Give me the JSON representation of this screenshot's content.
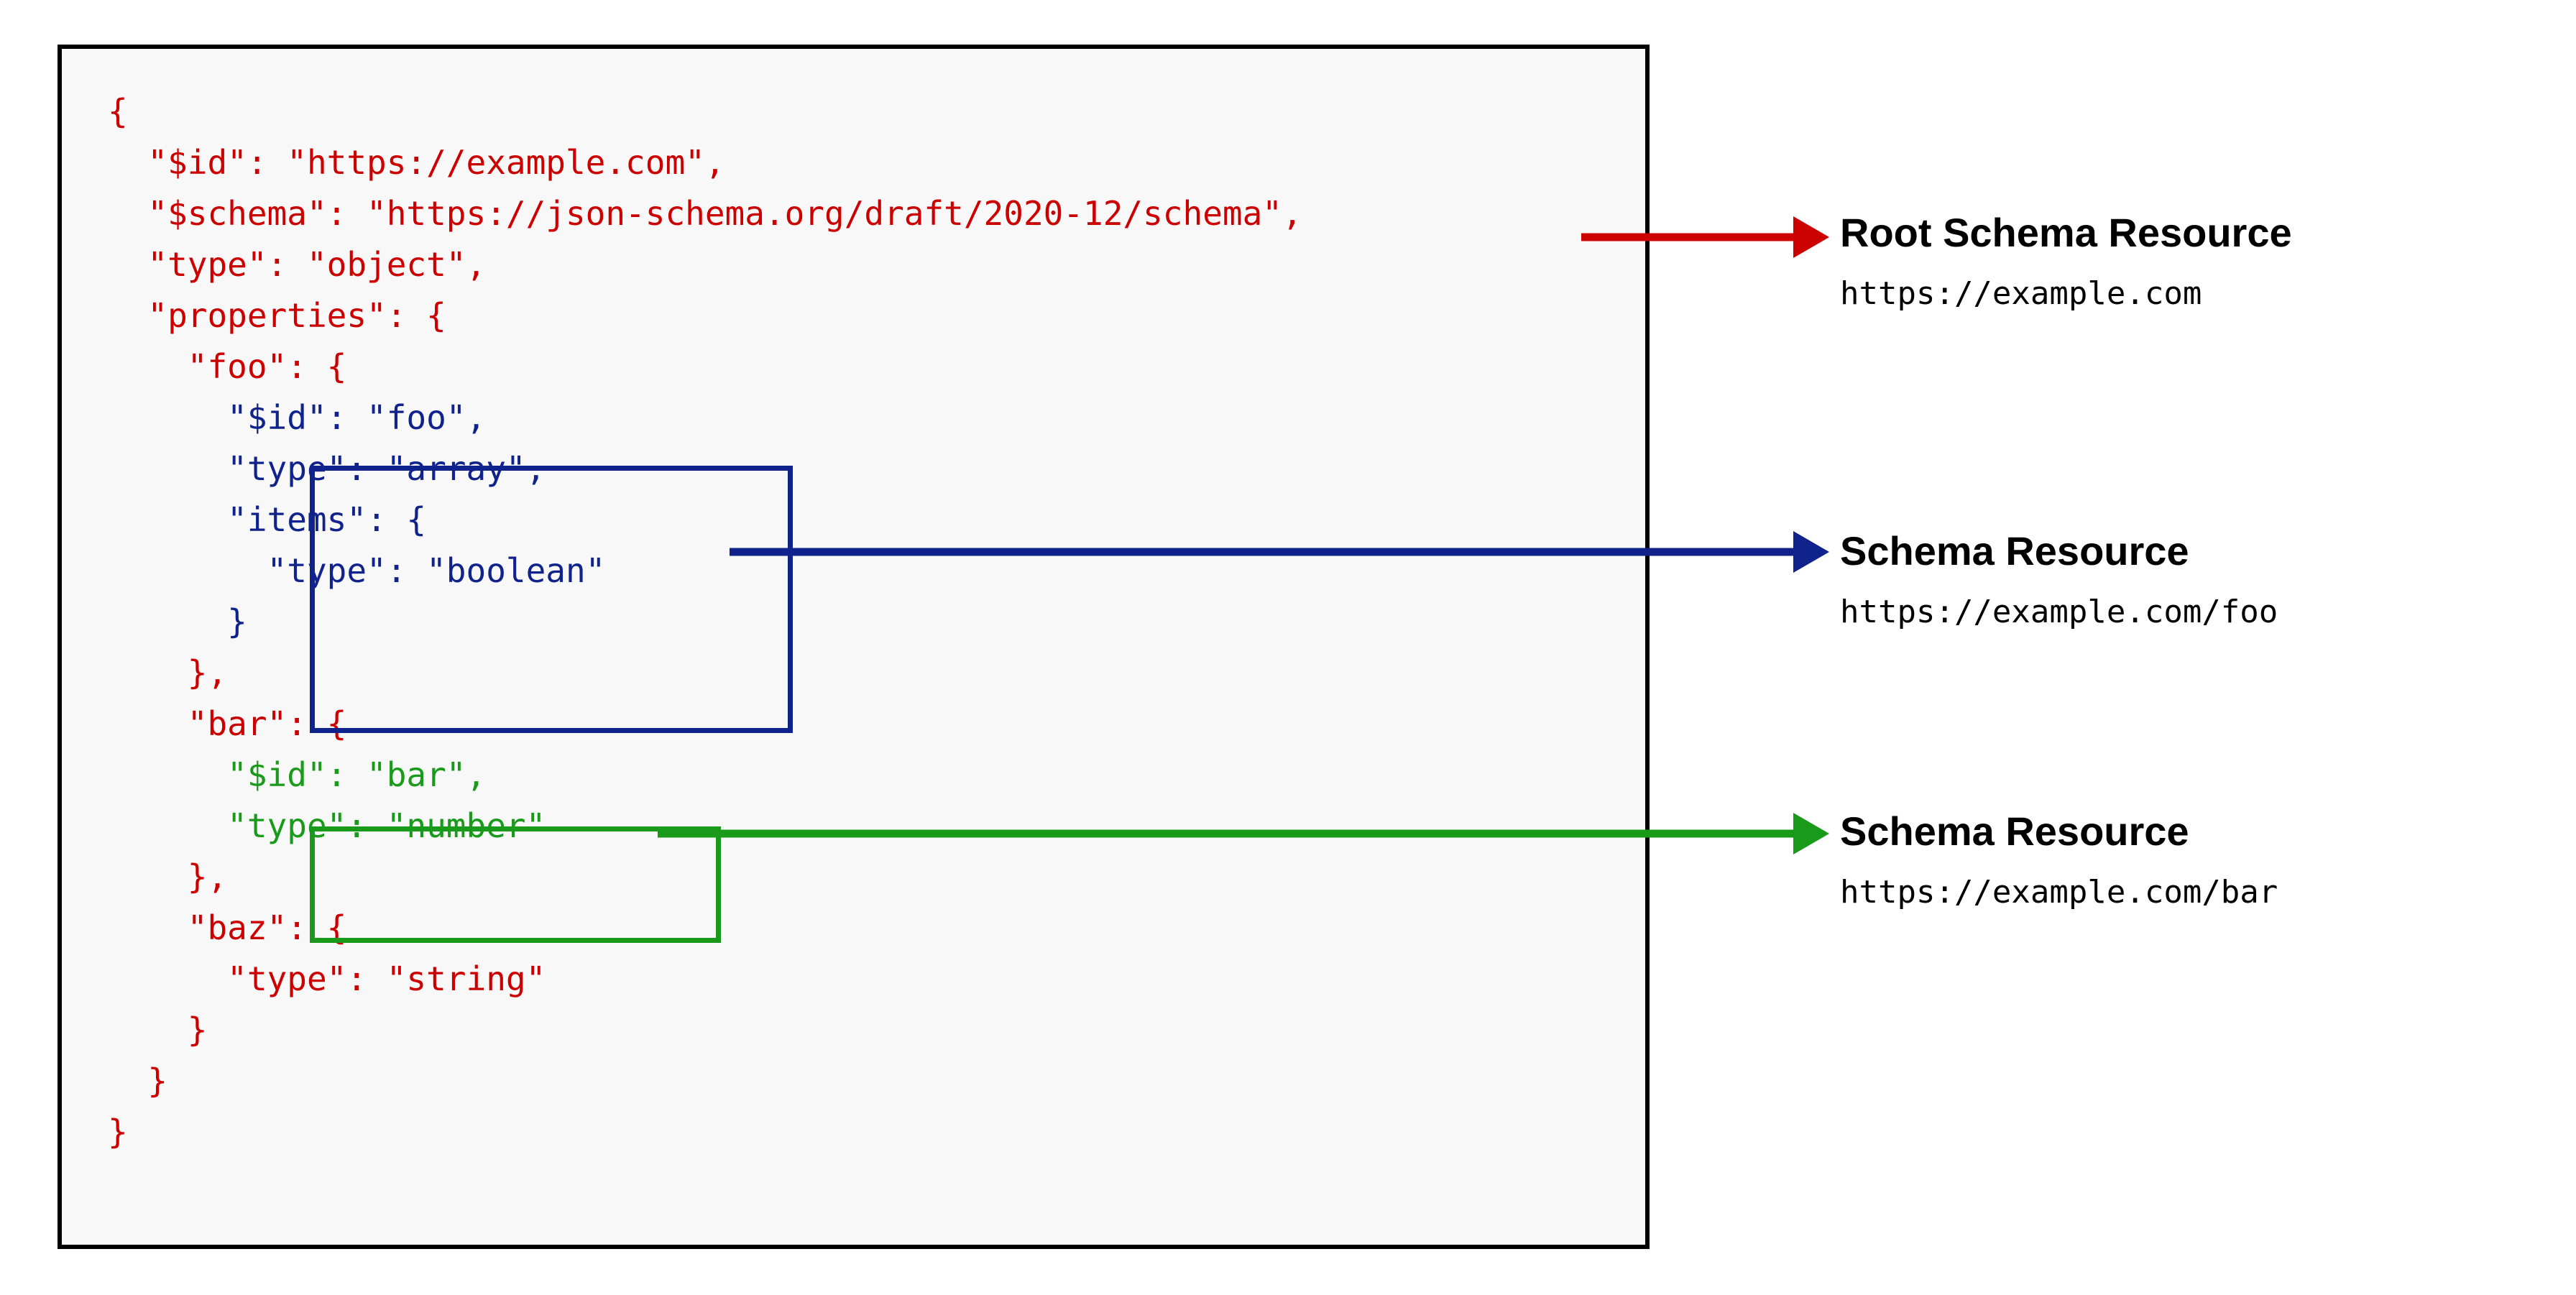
{
  "diagram": {
    "type": "json-schema-resource-annotation",
    "code_panel": {
      "language": "json",
      "lines": [
        "{",
        "  \"$id\": \"https://example.com\",",
        "  \"$schema\": \"https://json-schema.org/draft/2020-12/schema\",",
        "  \"type\": \"object\",",
        "  \"properties\": {",
        "    \"foo\": {",
        "      \"$id\": \"foo\",",
        "      \"type\": \"array\",",
        "      \"items\": {",
        "        \"type\": \"boolean\"",
        "      }",
        "    },",
        "    \"bar\": {",
        "      \"$id\": \"bar\",",
        "      \"type\": \"number\"",
        "    },",
        "    \"baz\": {",
        "      \"type\": \"string\"",
        "    }",
        "  }",
        "}"
      ]
    },
    "highlights": {
      "foo": {
        "color": "#10228c",
        "label": "foo-schema-resource-box"
      },
      "bar": {
        "color": "#1a9a1a",
        "label": "bar-schema-resource-box"
      }
    },
    "annotations": [
      {
        "title": "Root Schema Resource",
        "uri": "https://example.com",
        "color": "#cc0000"
      },
      {
        "title": "Schema Resource",
        "uri": "https://example.com/foo",
        "color": "#10228c"
      },
      {
        "title": "Schema Resource",
        "uri": "https://example.com/bar",
        "color": "#1a9a1a"
      }
    ]
  }
}
